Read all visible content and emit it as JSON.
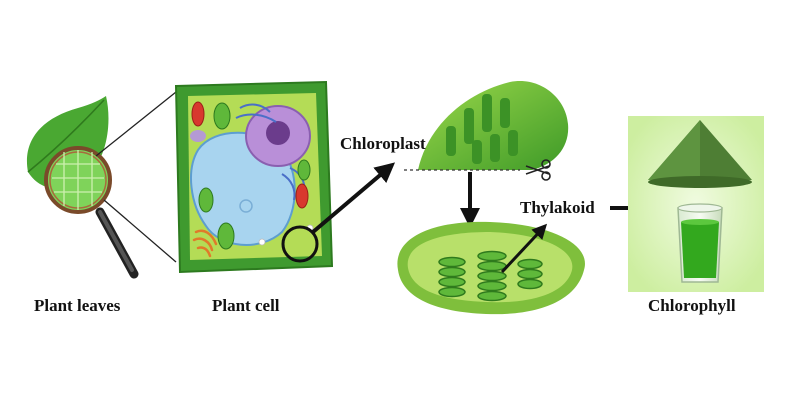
{
  "labels": {
    "plant_leaves": "Plant leaves",
    "plant_cell": "Plant cell",
    "chloroplast": "Chloroplast",
    "thylakoid": "Thylakoid",
    "chlorophyll": "Chlorophyll"
  },
  "colors": {
    "leaf": "#4aa832",
    "cell_wall": "#3f9a2f",
    "cytoplasm": "#b4dc56",
    "vacuole": "#a8d4ef",
    "nucleus": "#b98fd8",
    "arrow": "#111111",
    "powder": "#4e7e34",
    "liquid": "#33a81e"
  },
  "icons": [
    "magnifier-icon",
    "scissors-icon"
  ]
}
